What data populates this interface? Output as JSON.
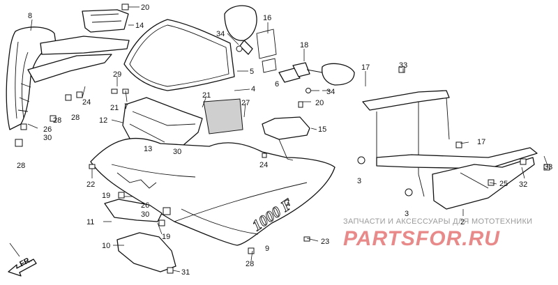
{
  "watermark": {
    "subtitle": "ЗАПЧАСТИ И АКСЕССУАРЫ ДЛЯ МОТОТЕХНИКИ",
    "logo": "PARTSFOR.RU"
  },
  "fairing_decal": "1000 F",
  "direction_label": "FR.",
  "callouts": {
    "c20a": "20",
    "c14": "14",
    "c8": "8",
    "c16": "16",
    "c34a": "34",
    "c18": "18",
    "c5": "5",
    "c4": "4",
    "c6": "6",
    "c34b": "34",
    "c17a": "17",
    "c33a": "33",
    "c29": "29",
    "c21a": "21",
    "c7": "7",
    "c24a": "24",
    "c28a": "28",
    "c12": "12",
    "c21b": "21",
    "c27": "27",
    "c20b": "20",
    "c15": "15",
    "c26a": "26",
    "c30a": "30",
    "c28b": "28",
    "c13": "13",
    "c30b": "30",
    "c24b": "24",
    "c3a": "3",
    "c17b": "17",
    "c33b": "33",
    "c25": "25",
    "c32": "32",
    "c22": "22",
    "c19a": "19",
    "c26b": "26",
    "c30c": "30",
    "c11": "11",
    "c19b": "19",
    "c3b": "3",
    "c2": "2",
    "c9": "9",
    "c23": "23",
    "c10": "10",
    "c28c": "28",
    "c31": "31"
  }
}
